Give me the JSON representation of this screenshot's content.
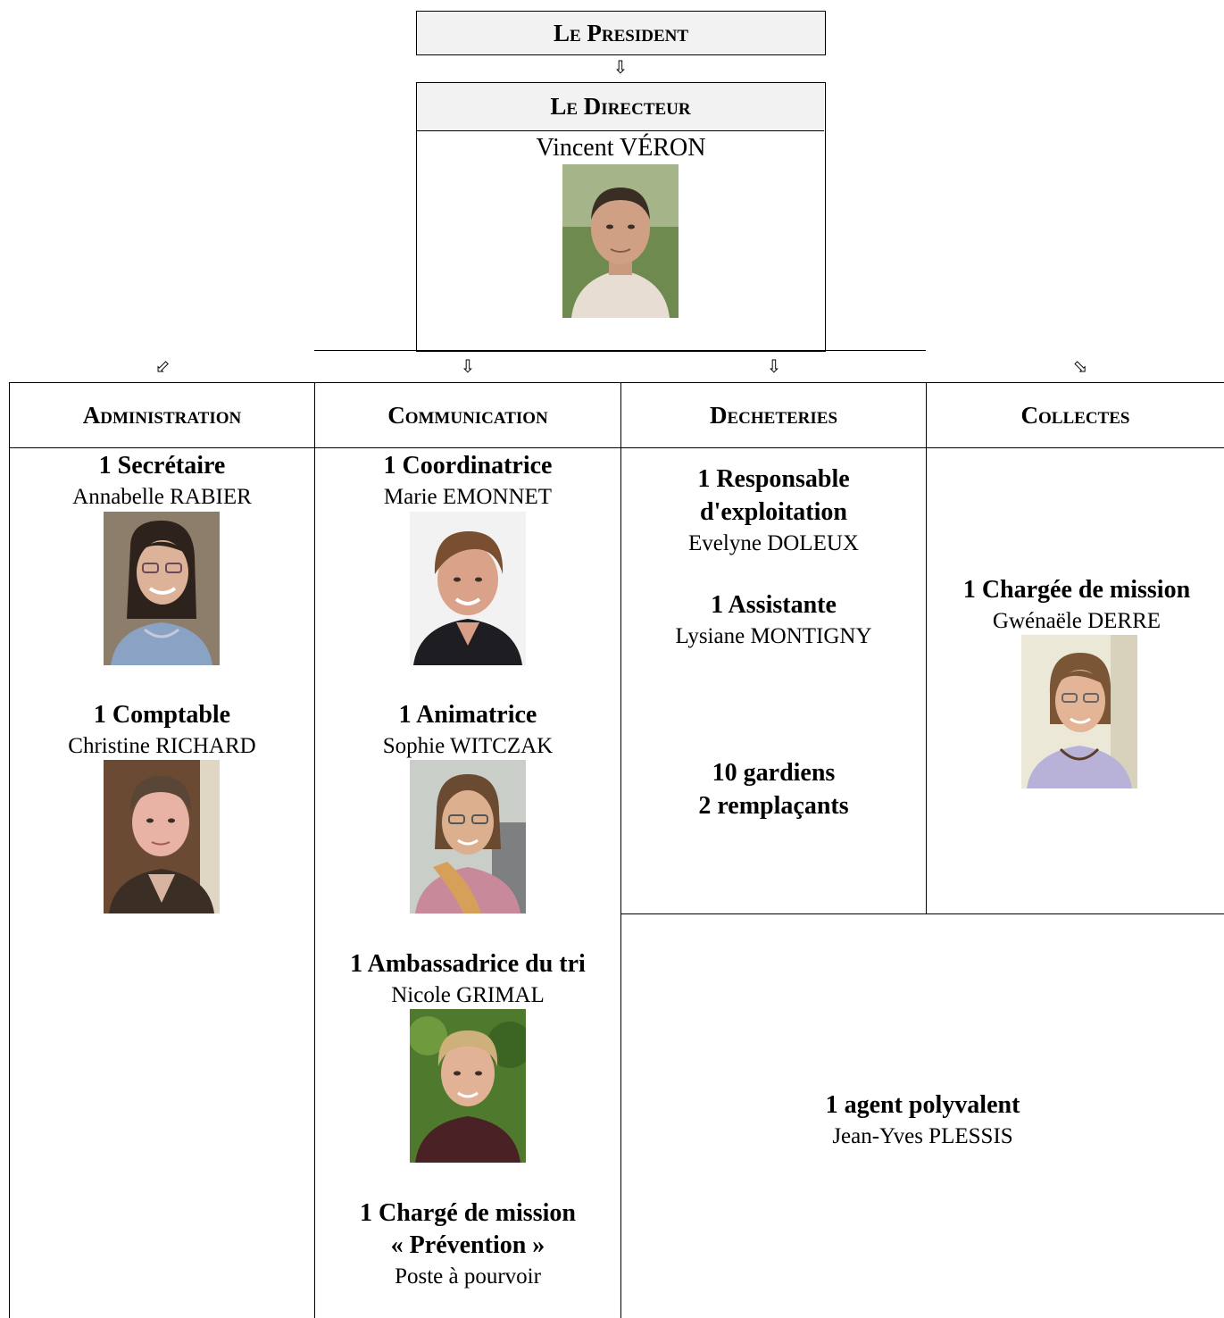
{
  "president": {
    "title": "Le President"
  },
  "director": {
    "title": "Le Directeur",
    "name": "Vincent VÉRON"
  },
  "departments": [
    {
      "title": "Administration"
    },
    {
      "title": "Communication"
    },
    {
      "title": "Decheteries"
    },
    {
      "title": "Collectes"
    }
  ],
  "administration": {
    "staff": [
      {
        "role": "1 Secrétaire",
        "name": "Annabelle RABIER"
      },
      {
        "role": "1 Comptable",
        "name": "Christine RICHARD"
      }
    ]
  },
  "communication": {
    "staff": [
      {
        "role": "1 Coordinatrice",
        "name": "Marie EMONNET"
      },
      {
        "role": "1 Animatrice",
        "name": "Sophie WITCZAK"
      },
      {
        "role": "1 Ambassadrice du tri",
        "name": "Nicole GRIMAL"
      },
      {
        "role_line1": "1 Chargé de mission",
        "role_line2": "« Prévention »",
        "name": "Poste à pourvoir"
      }
    ]
  },
  "decheteries": {
    "responsable_line1": "1 Responsable",
    "responsable_line2": "d'exploitation",
    "responsable_name": "Evelyne DOLEUX",
    "assistante_role": "1 Assistante",
    "assistante_name": "Lysiane MONTIGNY",
    "gardiens_line1": "10 gardiens",
    "gardiens_line2": "2 remplaçants"
  },
  "collectes": {
    "role": "1 Chargée de mission",
    "name": "Gwénaële DERRE"
  },
  "shared": {
    "role": "1 agent polyvalent",
    "name": "Jean-Yves PLESSIS"
  },
  "arrows": {
    "down": "⇩",
    "down_left": "⬃",
    "down_right": "⬂"
  }
}
